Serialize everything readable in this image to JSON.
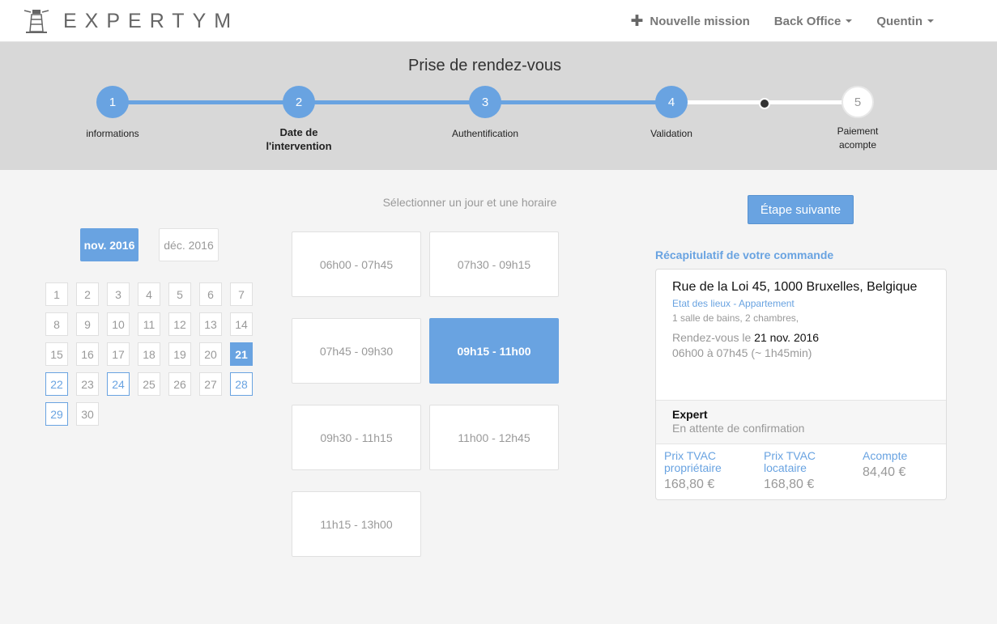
{
  "navbar": {
    "brand": "EXPERTYM",
    "new_mission": "Nouvelle mission",
    "back_office": "Back Office",
    "user": "Quentin"
  },
  "stepper": {
    "title": "Prise de rendez-vous",
    "steps": [
      {
        "num": "1",
        "label": "informations"
      },
      {
        "num": "2",
        "label_line1": "Date de",
        "label_line2": "l'intervention"
      },
      {
        "num": "3",
        "label": "Authentification"
      },
      {
        "num": "4",
        "label": "Validation"
      },
      {
        "num": "5",
        "label_line1": "Paiement",
        "label_line2": "acompte"
      }
    ]
  },
  "calendar": {
    "months": [
      "nov. 2016",
      "déc. 2016"
    ],
    "days": [
      "1",
      "2",
      "3",
      "4",
      "5",
      "6",
      "7",
      "8",
      "9",
      "10",
      "11",
      "12",
      "13",
      "14",
      "15",
      "16",
      "17",
      "18",
      "19",
      "20",
      "21",
      "22",
      "23",
      "24",
      "25",
      "26",
      "27",
      "28",
      "29",
      "30"
    ]
  },
  "slots": {
    "title": "Sélectionner un jour et une horaire",
    "items": [
      "06h00 - 07h45",
      "07h30 - 09h15",
      "07h45 - 09h30",
      "09h15 - 11h00",
      "09h30 - 11h15",
      "11h00 - 12h45",
      "11h15 - 13h00"
    ]
  },
  "next_button": "Étape suivante",
  "recap": {
    "title": "Récapitulatif de votre commande",
    "address": "Rue de la Loi 45, 1000 Bruxelles, Belgique",
    "mission_type": "Etat des lieux - Appartement",
    "rooms": "1 salle de bains, 2 chambres,",
    "rdv_prefix": "Rendez-vous le",
    "rdv_date": "21 nov. 2016",
    "rdv_time": "06h00 à 07h45 (~ 1h45min)",
    "expert_label": "Expert",
    "expert_status": "En attente de confirmation",
    "prices": [
      {
        "label_line1": "Prix TVAC",
        "label_line2": "propriétaire",
        "value": "168,80 €"
      },
      {
        "label_line1": "Prix TVAC",
        "label_line2": "locataire",
        "value": "168,80 €"
      },
      {
        "label_line1": "Acompte",
        "label_line2": "",
        "value": "84,40 €"
      }
    ]
  },
  "colors": {
    "accent": "#69a3e1",
    "header_bg": "#d8d8d8",
    "page_bg": "#f4f4f4"
  }
}
